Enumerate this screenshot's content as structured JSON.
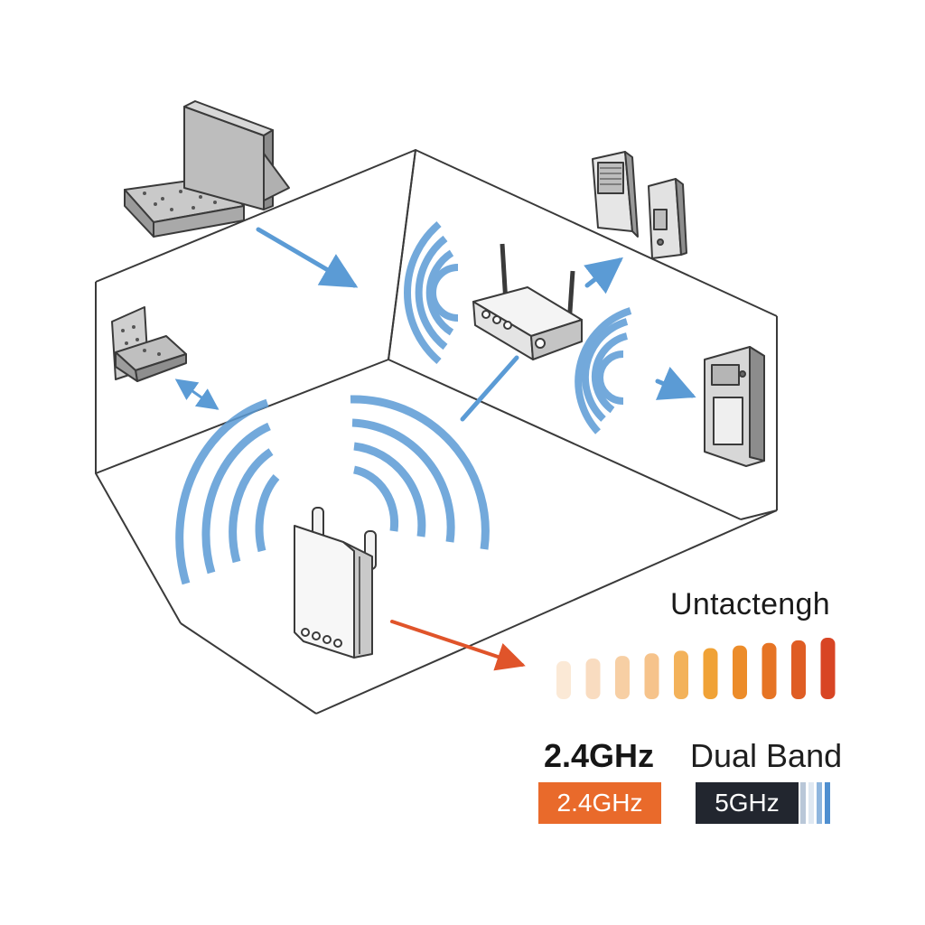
{
  "colors": {
    "outline": "#3a3a3a",
    "signal_blue": "#5b9bd5",
    "arrow_blue": "#5b9bd5",
    "arrow_red": "#e0542a",
    "strength_gradient": [
      "#fbe9d6",
      "#f9dcc0",
      "#f7cfa4",
      "#f6c38b",
      "#f3b25a",
      "#f0a236",
      "#ec8c2a",
      "#e67424",
      "#df5d24",
      "#d84524"
    ],
    "badge_24ghz": "#e96a2b",
    "badge_5ghz": "#22262f",
    "stripe_colors": [
      "#b9c7d8",
      "#dfe8f2",
      "#8fb6de",
      "#4f8fd0"
    ]
  },
  "icons": {
    "desk": "desk-icon",
    "wall_bracket": "wall-bracket-icon",
    "router": "router-icon",
    "extender": "range-extender-icon",
    "devices": "smart-devices-icon",
    "appliance": "appliance-icon"
  },
  "legend": {
    "strength_label": "Untactengh",
    "strength_levels": 10
  },
  "bands": {
    "band24_title": "2.4GHz",
    "dual_title": "Dual Band",
    "badge_24": "2.4GHz",
    "badge_5": "5GHz"
  }
}
